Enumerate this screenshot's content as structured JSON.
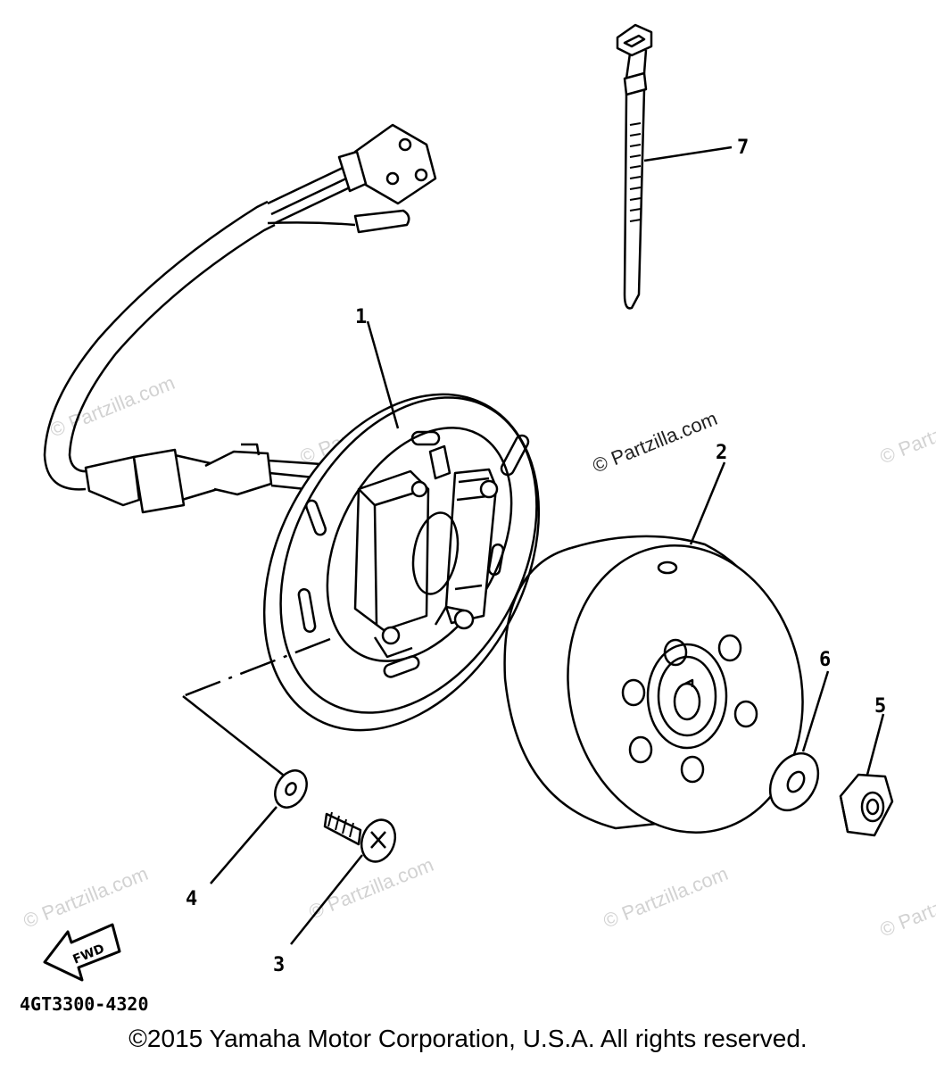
{
  "diagram": {
    "parts": [
      {
        "number": "1",
        "icon": "stator-assembly-icon"
      },
      {
        "number": "2",
        "icon": "rotor-flywheel-icon"
      },
      {
        "number": "3",
        "icon": "screw-icon"
      },
      {
        "number": "4",
        "icon": "washer-icon"
      },
      {
        "number": "5",
        "icon": "nut-icon"
      },
      {
        "number": "6",
        "icon": "washer-icon"
      },
      {
        "number": "7",
        "icon": "cable-tie-icon"
      }
    ],
    "reference_code": "4GT3300-4320",
    "fwd_label": "FWD"
  },
  "watermark": {
    "text": "© Partzilla.com",
    "color": "#d2d2d2"
  },
  "footer": {
    "copyright": "©2015  Yamaha Motor Corporation, U.S.A. All rights reserved."
  }
}
